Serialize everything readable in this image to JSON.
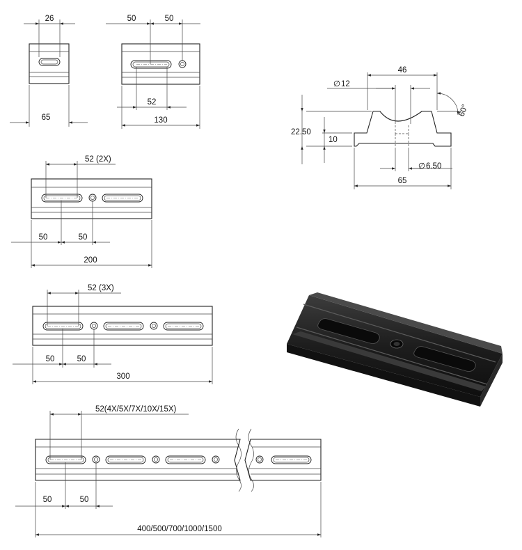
{
  "views": {
    "end_view": {
      "width": "65",
      "slot": "26"
    },
    "top_130": {
      "spacing_a": "50",
      "spacing_b": "50",
      "slot_pitch": "52",
      "length": "130"
    },
    "profile": {
      "width_top": "46",
      "bore": "12",
      "angle": "60°",
      "height_total": "22.50",
      "height_base": "10",
      "hole": "6.50",
      "width_base": "65",
      "dia_symbol": "∅"
    },
    "rail_200": {
      "pitch_label": "52 (2X)",
      "spacing_a": "50",
      "spacing_b": "50",
      "length": "200"
    },
    "rail_300": {
      "pitch_label": "52 (3X)",
      "spacing_a": "50",
      "spacing_b": "50",
      "length": "300"
    },
    "rail_long": {
      "pitch_label": "52(4X/5X/7X/10X/15X)",
      "spacing_a": "50",
      "spacing_b": "50",
      "length": "400/500/700/1000/1500"
    }
  }
}
